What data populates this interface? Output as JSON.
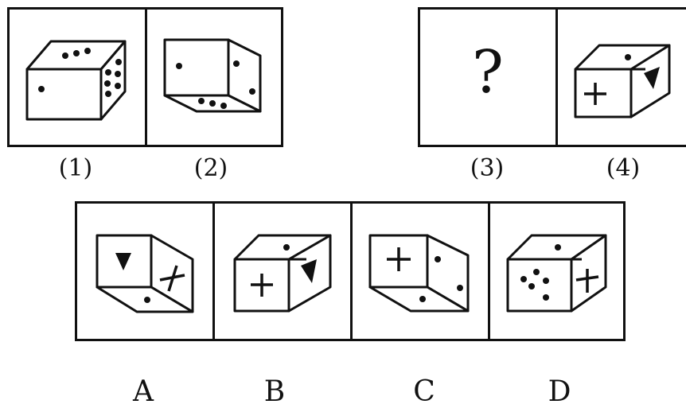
{
  "top_figures": {
    "captions": [
      "(1)",
      "(2)",
      "(3)",
      "(4)"
    ],
    "question_mark": "?"
  },
  "options": {
    "letters": [
      "A",
      "B",
      "C",
      "D"
    ]
  }
}
